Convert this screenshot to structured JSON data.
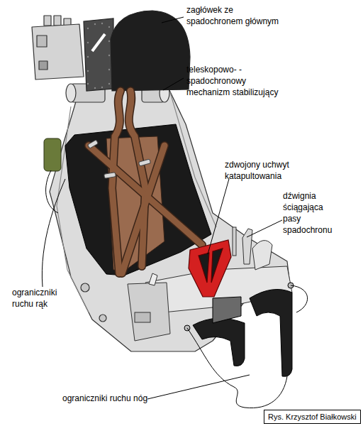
{
  "diagram": {
    "labels": [
      "zagłówek ze spadochronem głównym",
      "teleskopowo- -spadochronowy mechanizm stabilizujący",
      "zdwojony uchwyt katapultowania",
      "dźwignia ściągająca pasy spadochronu",
      "ograniczniki ruchu rąk",
      "ograniczniki ruchu nóg",
      "Rys. Krzysztof Białkowski"
    ]
  }
}
